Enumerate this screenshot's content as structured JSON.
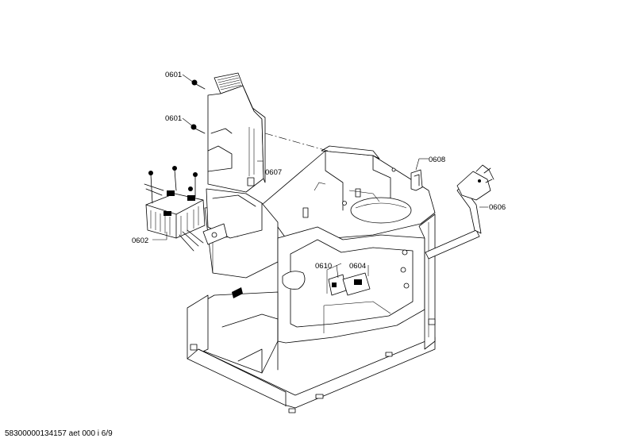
{
  "callouts": {
    "c0601a": "0601",
    "c0601b": "0601",
    "c0607": "0607",
    "c0602": "0602",
    "c0608": "0608",
    "c0606": "0606",
    "c0610": "0610",
    "c0604": "0604"
  },
  "footer": {
    "doc_id": "58300000134157 aet 000 i 6/9"
  }
}
